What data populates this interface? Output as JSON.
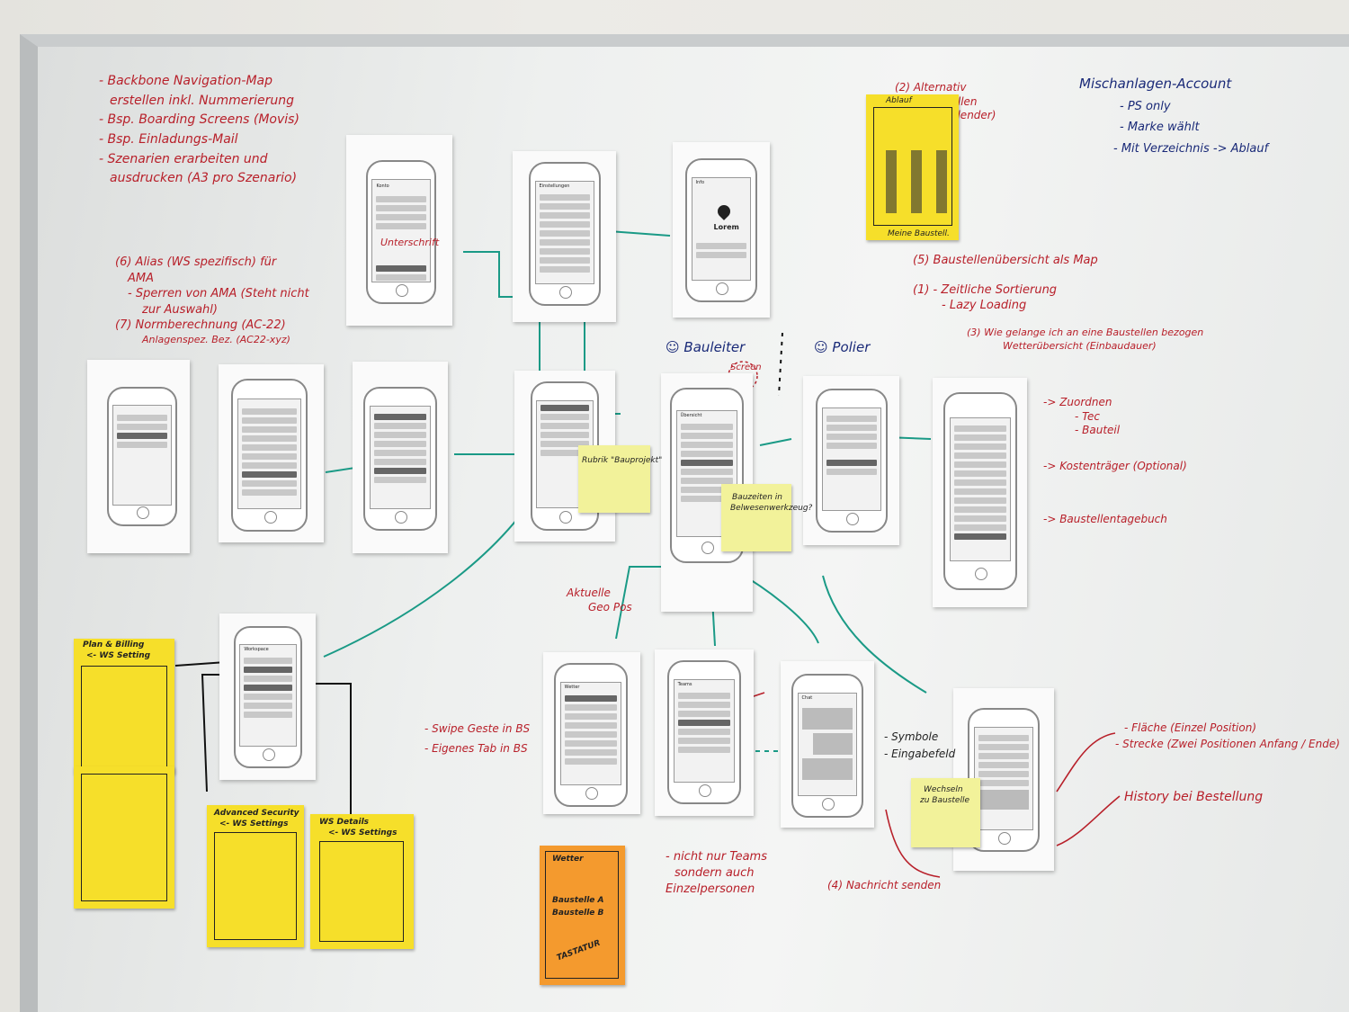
{
  "notes_top_left": [
    "- Backbone Navigation-Map",
    "erstellen inkl. Nummerierung",
    "- Bsp. Boarding Screens (Movis)",
    "- Bsp. Einladungs-Mail",
    "- Szenarien erarbeiten und",
    "ausdrucken (A3 pro Szenario)"
  ],
  "notes_left_mid": [
    "(6) Alias (WS spezifisch) für",
    "AMA",
    "- Sperren von AMA (Steht nicht",
    "zur Auswahl)",
    "(7) Normberechnung (AC-22)",
    "Anlagenspez. Bez. (AC22-xyz)"
  ],
  "notes_top_right": [
    "Mischanlagen-Account",
    "- PS only",
    "- Marke wählt",
    "- Mit Verzeichnis -> Ablauf"
  ],
  "calendar_note": [
    "(2) Alternativ",
    "Darstellen",
    "(Kalender)"
  ],
  "notes_right_mid": [
    "(5) Baustellenübersicht als Map",
    "(1) - Zeitliche Sortierung",
    "- Lazy Loading",
    "(3) Wie gelange ich an eine Baustellen bezogen",
    "Wetterübersicht (Einbaudauer)"
  ],
  "role_labels": {
    "bauleiter": "Bauleiter",
    "polier": "Polier"
  },
  "notes_right_side": [
    "-> Zuordnen",
    "- Tec",
    "- Bauteil",
    "-> Kostenträger (Optional)",
    "-> Baustellentagebuch"
  ],
  "screen_label": "Screen",
  "unterschrift": "Unterschrift",
  "aktuelle_geopos": [
    "Aktuelle",
    "Geo Pos"
  ],
  "swipe_notes": [
    "- Swipe Geste in BS",
    "- Eigenes Tab in BS"
  ],
  "symbol_notes": [
    "- Symbole",
    "- Eingabefeld"
  ],
  "teams_note": [
    "- nicht nur Teams",
    "sondern auch",
    "Einzelpersonen"
  ],
  "nachricht_note": "(4) Nachricht senden",
  "flaeche_notes": [
    "- Fläche (Einzel Position)",
    "- Strecke (Zwei Positionen Anfang / Ende)"
  ],
  "history_note": "History bei Bestellung",
  "sticky_notes": {
    "rubrik": "Rubrik \"Bauprojekt\"",
    "bauzeiten": [
      "Bauzeiten in",
      "Belwesenwerkzeug?"
    ],
    "wechseln": [
      "Wechseln",
      "zu Baustelle"
    ],
    "plan_billing": [
      "Plan & Billing",
      "<- WS Setting"
    ],
    "advanced_security": [
      "Advanced Security",
      "<- WS Settings"
    ],
    "ws_details": [
      "WS Details",
      "<- WS Settings"
    ],
    "wetter": [
      "Wetter",
      "Baustelle A",
      "Baustelle B",
      "TASTATUR"
    ],
    "calendar_title": "Ablauf",
    "calendar_footer": "Meine Baustell."
  },
  "phone_titles": {
    "profil": "Konto",
    "einstellungen": "Einstellungen",
    "info": "Info",
    "lorem": "Lorem",
    "uebersicht": "Übersicht",
    "wetter": "Wetter",
    "teams": "Teams",
    "chat": "Chat",
    "workspace": "Workspace"
  },
  "colors": {
    "red_marker": "#b8202a",
    "blue_marker": "#1a2a78",
    "teal_arrow": "#1a9a86",
    "sticky_yellow": "#f6df2a",
    "sticky_orange": "#f49a2e"
  }
}
